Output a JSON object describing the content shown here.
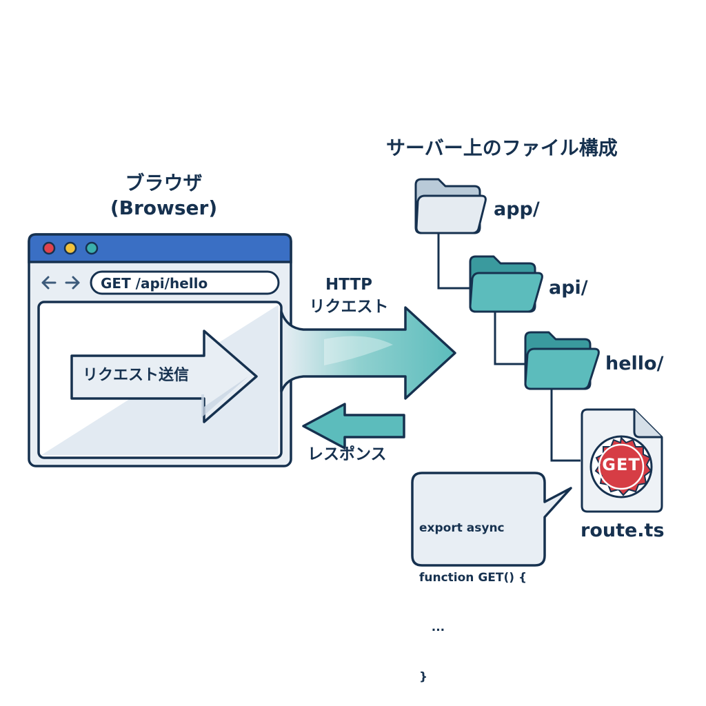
{
  "browser": {
    "title_ja": "ブラウザ",
    "title_en": "(Browser)",
    "url": "GET /api/hello",
    "send_label": "リクエスト送信"
  },
  "request": {
    "line1": "HTTP",
    "line2": "リクエスト"
  },
  "response": {
    "label": "レスポンス"
  },
  "server": {
    "title": "サーバー上のファイル構成",
    "folders": [
      "app/",
      "api/",
      "hello/"
    ],
    "file": {
      "name": "route.ts",
      "badge": "GET"
    }
  },
  "code": {
    "line1": "export async",
    "line2": "function GET() {",
    "line3": "   ...",
    "line4": "}"
  },
  "colors": {
    "outline": "#16314f",
    "browser_header": "#3a6fc4",
    "browser_body": "#e8eef4",
    "teal": "#5cbcbc",
    "folder_light": "#e5ebf1",
    "get_red": "#d63d45",
    "dot_red": "#e0434d",
    "dot_yellow": "#f2c23c",
    "dot_teal": "#3bb0ad"
  },
  "icons": [
    "back-arrow-icon",
    "forward-arrow-icon",
    "folder-icon",
    "file-icon",
    "get-badge-icon",
    "speech-bubble-icon"
  ]
}
